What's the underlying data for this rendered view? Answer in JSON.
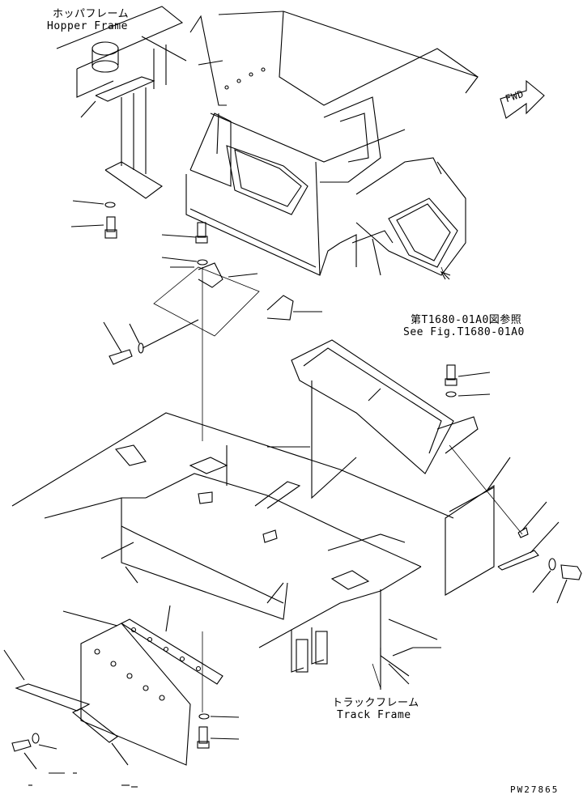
{
  "labels": {
    "hopper_frame_jp": "ホッパフレーム",
    "hopper_frame_en": "Hopper Frame",
    "see_fig_jp": "第T1680-01A0図参照",
    "see_fig_en": "See Fig.T1680-01A0",
    "track_frame_jp": "トラックフレーム",
    "track_frame_en": "Track Frame",
    "fwd": "FWD",
    "drawing_number": "PW27865"
  }
}
